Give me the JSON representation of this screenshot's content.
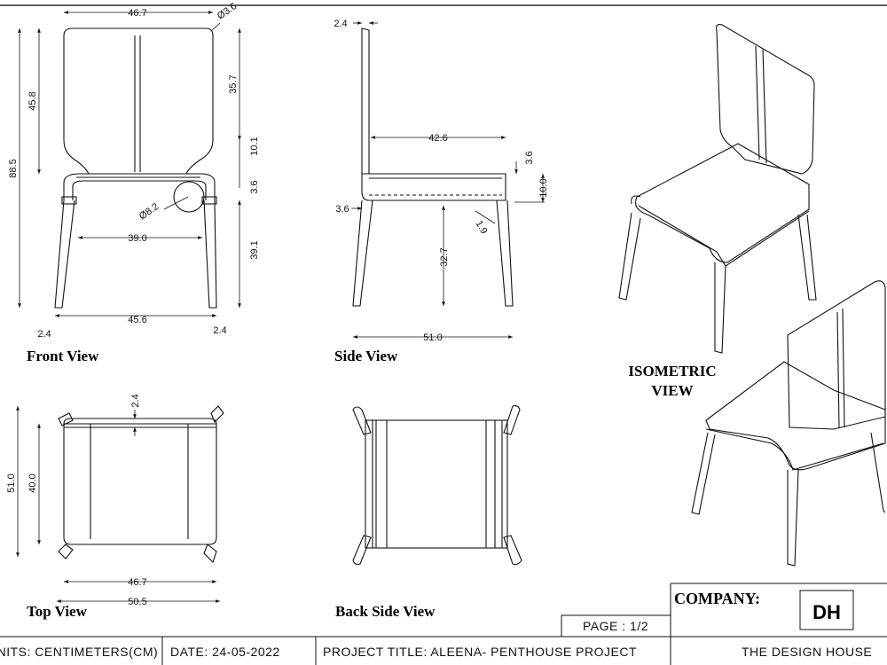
{
  "views": {
    "front": "Front View",
    "side": "Side View",
    "top": "Top View",
    "back_side": "Back Side View",
    "isometric_line1": "ISOMETRIC",
    "isometric_line2": "VIEW"
  },
  "dimensions": {
    "front": {
      "width_top": "46.7",
      "corner_radius": "Ø3.6",
      "back_height": "45.8",
      "total_height": "88.5",
      "back_upper": "35.7",
      "back_neck": "10.1",
      "seat_thickness": "3.6",
      "tube_radius": "Ø8.2",
      "inner_width": "39.0",
      "leg_height": "39.1",
      "outer_width": "45.6",
      "leg_left": "2.4",
      "leg_right": "2.4"
    },
    "side": {
      "back_thickness": "2.4",
      "seat_depth": "42.6",
      "seat_top": "3.6",
      "seat_height": "10.0",
      "tube": "3.6",
      "leg_angle": "1.9",
      "leg_height": "32.7",
      "total_depth": "51.0"
    },
    "top": {
      "back": "2.4",
      "depth_outer": "51.0",
      "depth_inner": "40.0",
      "width_inner": "46.7",
      "width_outer": "50.5"
    }
  },
  "title_block": {
    "page": "PAGE : 1/2",
    "company_label": "COMPANY:",
    "logo": "DH",
    "company_name": "THE DESIGN HOUSE",
    "units": "UNITS: CENTIMETERS(CM)",
    "date": "DATE: 24-05-2022",
    "project": "PROJECT TITLE: ALEENA- PENTHOUSE PROJECT"
  }
}
